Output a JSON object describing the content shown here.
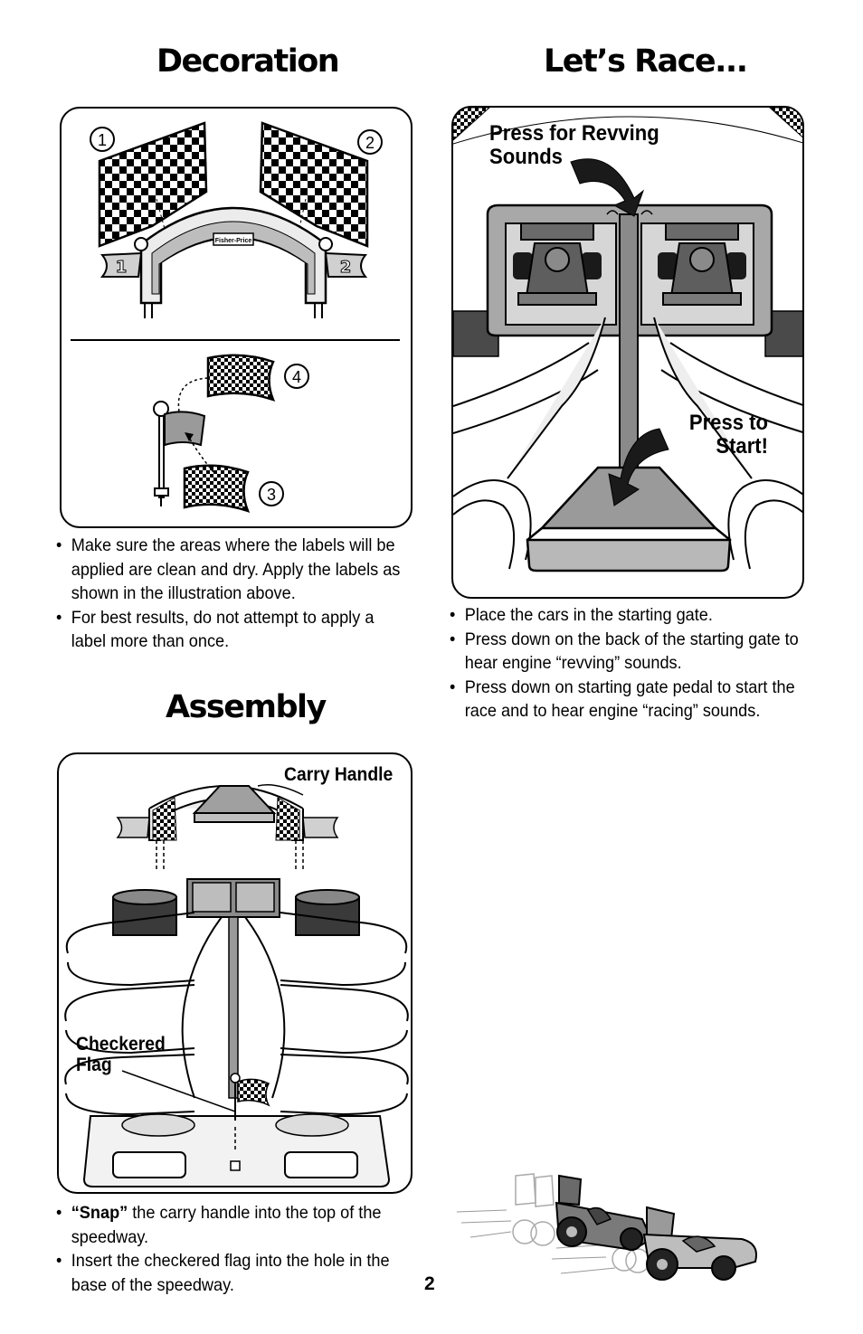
{
  "sections": {
    "decoration": {
      "title": "Decoration",
      "markers": [
        "1",
        "2",
        "3",
        "4"
      ],
      "bullets": [
        "Make sure the areas where the labels will be applied are clean and dry. Apply the labels as shown in the illustration above.",
        "For best results, do not attempt to apply a label more than once."
      ]
    },
    "lets_race": {
      "title": "Let’s Race...",
      "callouts": {
        "revving": "Press for Revving Sounds",
        "start": "Press to Start!"
      },
      "bullets": [
        "Place the cars in the starting gate.",
        "Press down on the back of the starting gate to hear engine “revving” sounds.",
        "Press down on starting gate pedal to start the race and to hear engine “racing” sounds."
      ]
    },
    "assembly": {
      "title": "Assembly",
      "callouts": {
        "carry_handle": "Carry Handle",
        "checkered_flag": "Checkered Flag"
      },
      "bullets": [
        {
          "bold": "“Snap”",
          "text": " the carry handle into the top of the speedway."
        },
        {
          "bold": "",
          "text": "Insert the checkered flag into the hole in the base of the speedway."
        }
      ]
    }
  },
  "brand_label": "Fisher-Price",
  "page_number": "2"
}
